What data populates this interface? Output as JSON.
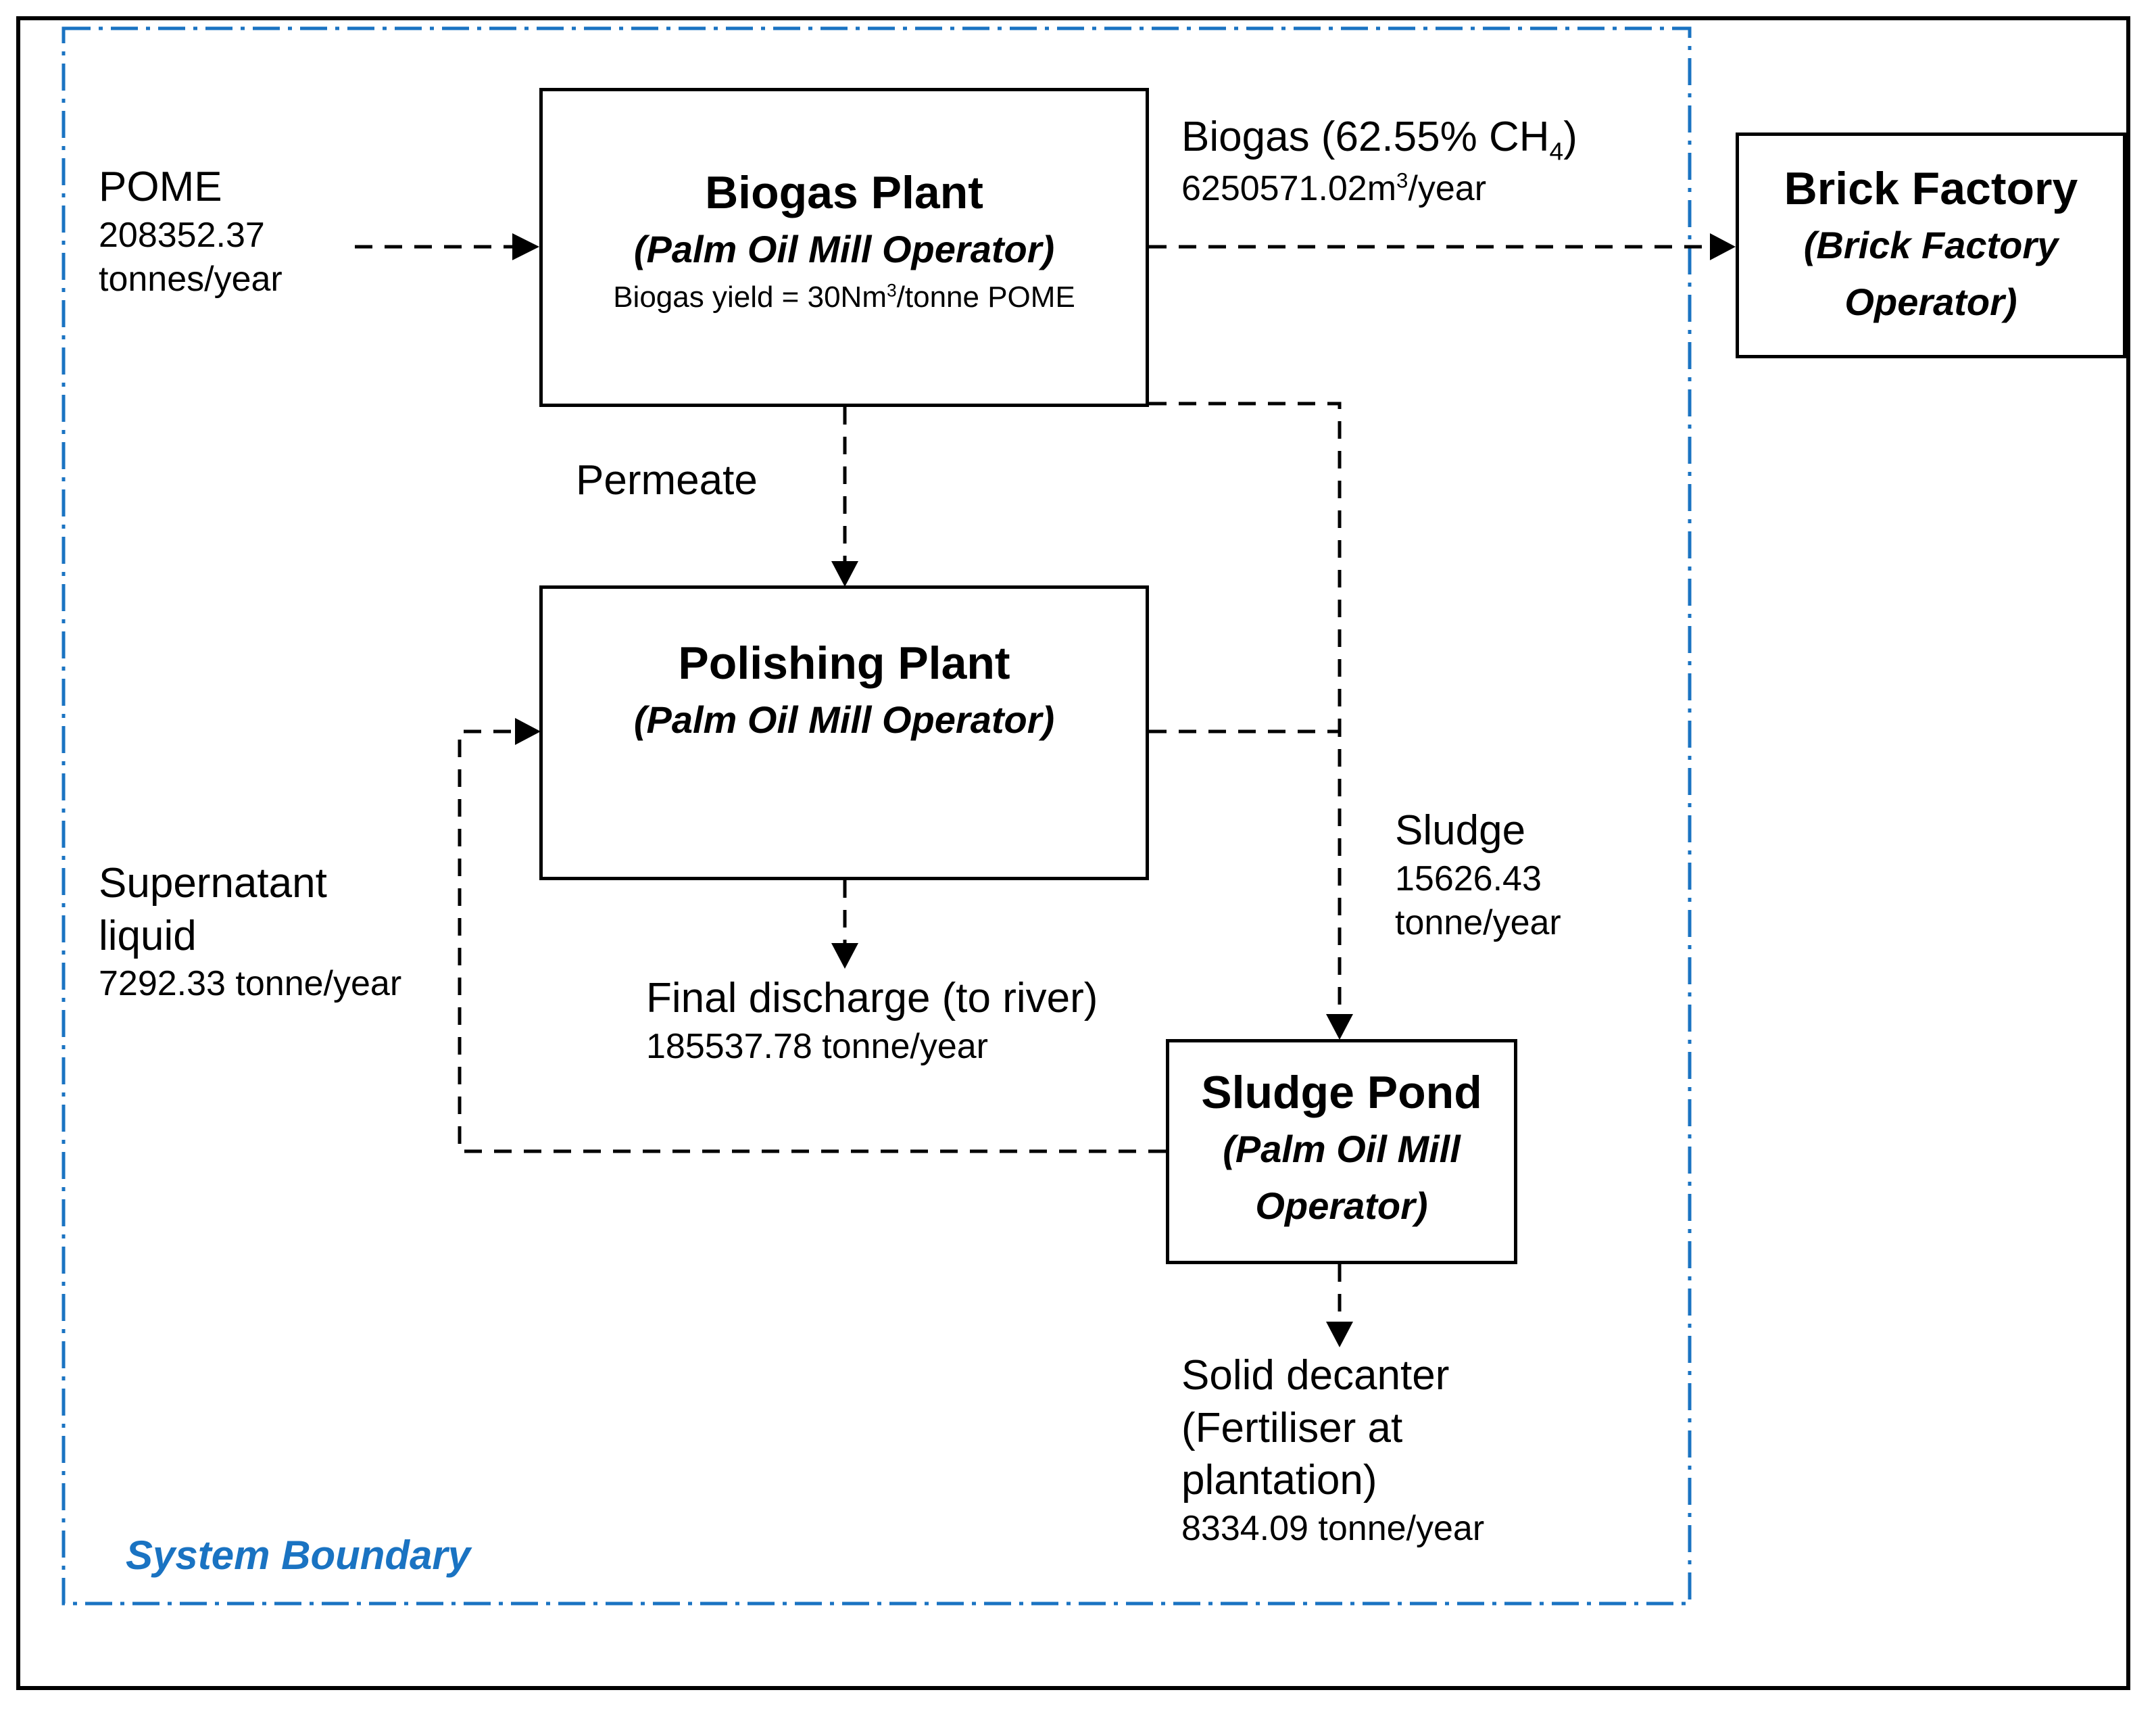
{
  "colors": {
    "boundary": "#1a73c2",
    "lines": "#000000"
  },
  "system_boundary_label": "System Boundary",
  "boxes": {
    "biogas_plant": {
      "title": "Biogas Plant",
      "operator": "(Palm Oil Mill Operator)",
      "yield_prefix": "Biogas yield = 30Nm",
      "yield_sup": "3",
      "yield_suffix": "/tonne POME"
    },
    "polishing_plant": {
      "title": "Polishing Plant",
      "operator": "(Palm Oil Mill Operator)"
    },
    "sludge_pond": {
      "title": "Sludge Pond",
      "operator_line1": "(Palm Oil Mill",
      "operator_line2": "Operator)"
    },
    "brick_factory": {
      "title": "Brick Factory",
      "operator_line1": "(Brick Factory",
      "operator_line2": "Operator)"
    }
  },
  "flows": {
    "pome": {
      "name": "POME",
      "amount": "208352.37",
      "unit": "tonnes/year"
    },
    "biogas": {
      "name_prefix": "Biogas (62.55% CH",
      "name_sub": "4",
      "name_suffix": ")",
      "amount_prefix": "6250571.02m",
      "amount_sup": "3",
      "amount_suffix": "/year"
    },
    "permeate": {
      "name": "Permeate"
    },
    "final_discharge": {
      "name": "Final discharge (to river)",
      "amount": "185537.78 tonne/year"
    },
    "sludge": {
      "name": "Sludge",
      "amount": "15626.43",
      "unit": "tonne/year"
    },
    "supernatant": {
      "name_line1": "Supernatant",
      "name_line2": "liquid",
      "amount": "7292.33 tonne/year"
    },
    "solid_decanter": {
      "line1": "Solid decanter",
      "line2": "(Fertiliser at",
      "line3": "plantation)",
      "amount": "8334.09 tonne/year"
    }
  }
}
